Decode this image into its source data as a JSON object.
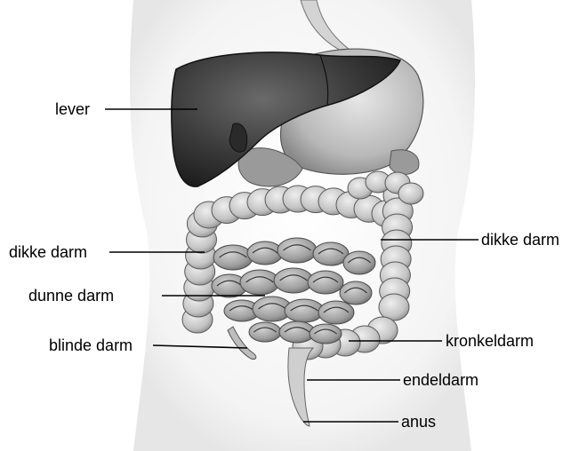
{
  "labels": {
    "lever": "lever",
    "dikke_darm_left": "dikke darm",
    "dunne_darm": "dunne darm",
    "blinde_darm": "blinde darm",
    "dikke_darm_right": "dikke darm",
    "kronkeldarm": "kronkeldarm",
    "endeldarm": "endeldarm",
    "anus": "anus"
  },
  "colors": {
    "liver": "#3a3a3a",
    "stomach": "#bdbdbd",
    "colon": "#c9c9c9",
    "small_intestine": "#a8a8a8",
    "outline": "#4a4a4a",
    "leader": "#000000"
  }
}
